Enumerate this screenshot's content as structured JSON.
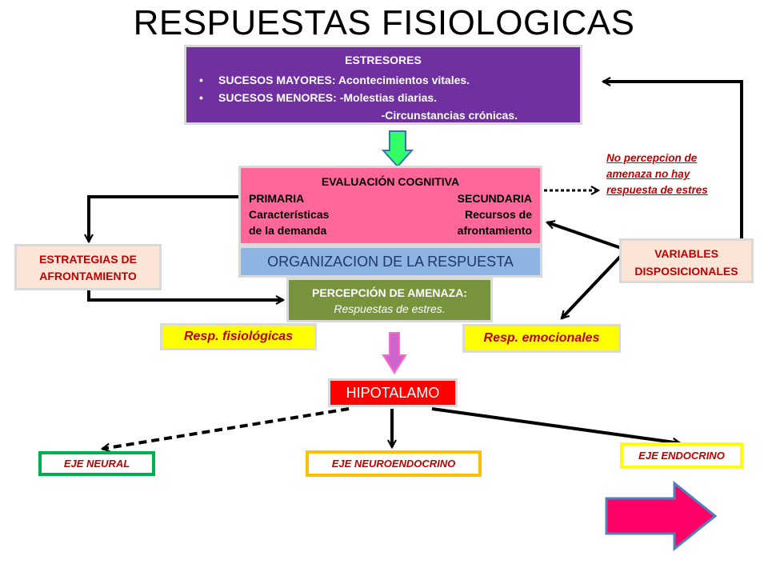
{
  "title": "RESPUESTAS FISIOLOGICAS",
  "estresores": {
    "header": "ESTRESORES",
    "items": [
      "SUCESOS MAYORES: Acontecimientos vitales.",
      "SUCESOS MENORES: -Molestias diarias."
    ],
    "extra": "-Circunstancias crónicas."
  },
  "evaluacion": {
    "header": "EVALUACIÓN COGNITIVA",
    "primaria": "PRIMARIA",
    "secundaria": "SECUNDARIA",
    "left_line1": "Características",
    "left_line2": "de la demanda",
    "right_line1": "Recursos  de",
    "right_line2": "afrontamiento"
  },
  "organizacion": "ORGANIZACION DE LA RESPUESTA",
  "percepcion": {
    "line1": "PERCEPCIÓN DE AMENAZA:",
    "line2": "Respuestas de estres."
  },
  "estrategias": {
    "line1": "ESTRATEGIAS DE",
    "line2": "AFRONTAMIENTO"
  },
  "variables": {
    "line1": "VARIABLES",
    "line2": "DISPOSICIONALES"
  },
  "no_percepcion": {
    "line1": "No percepcion de",
    "line2": "amenaza no hay",
    "line3": "respuesta de estres"
  },
  "resp_fisiologicas": "Resp.  fisiológicas",
  "resp_emocionales": "Resp.  emocionales",
  "hipotalamo": "HIPOTALAMO",
  "ejes": {
    "neural": "EJE NEURAL",
    "neuroendocrino": "EJE NEUROENDOCRINO",
    "endocrino": "EJE ENDOCRINO"
  },
  "colors": {
    "estresores_fill": "#7030a0",
    "evaluacion_fill": "#ff6699",
    "organizacion_fill": "#8db4e2",
    "percepcion_fill": "#77933c",
    "disposicional_fill": "#fce4d6",
    "resp_fill": "#ffff00",
    "hipotalamo_fill": "#ff0000",
    "down_arrow_green": "#33ff66",
    "down_arrow_purple": "#cc66cc",
    "next_arrow": "#ff0066",
    "label_text": "#c00000",
    "neural_border": "#00b050",
    "neuroendocrino_border": "#ffc000",
    "endocrino_border": "#ffff00"
  }
}
